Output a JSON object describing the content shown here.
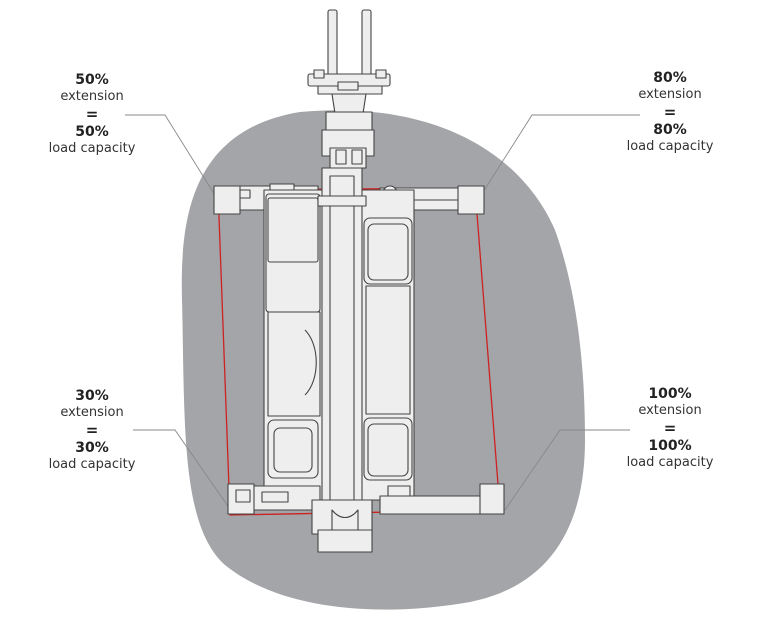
{
  "labels": {
    "top_left": {
      "ext": "50%",
      "ext_word": "extension",
      "eq": "=",
      "cap": "50%",
      "cap_word": "load capacity"
    },
    "top_right": {
      "ext": "80%",
      "ext_word": "extension",
      "eq": "=",
      "cap": "80%",
      "cap_word": "load capacity"
    },
    "bottom_left": {
      "ext": "30%",
      "ext_word": "extension",
      "eq": "=",
      "cap": "30%",
      "cap_word": "load capacity"
    },
    "bottom_right": {
      "ext": "100%",
      "ext_word": "extension",
      "eq": "=",
      "cap": "100%",
      "cap_word": "load capacity"
    }
  },
  "colors": {
    "work_area": "#a4a5a8",
    "boundary": "#cc2222",
    "machine_fill": "#eeeeee",
    "machine_stroke": "#444444",
    "leader": "#888888"
  }
}
